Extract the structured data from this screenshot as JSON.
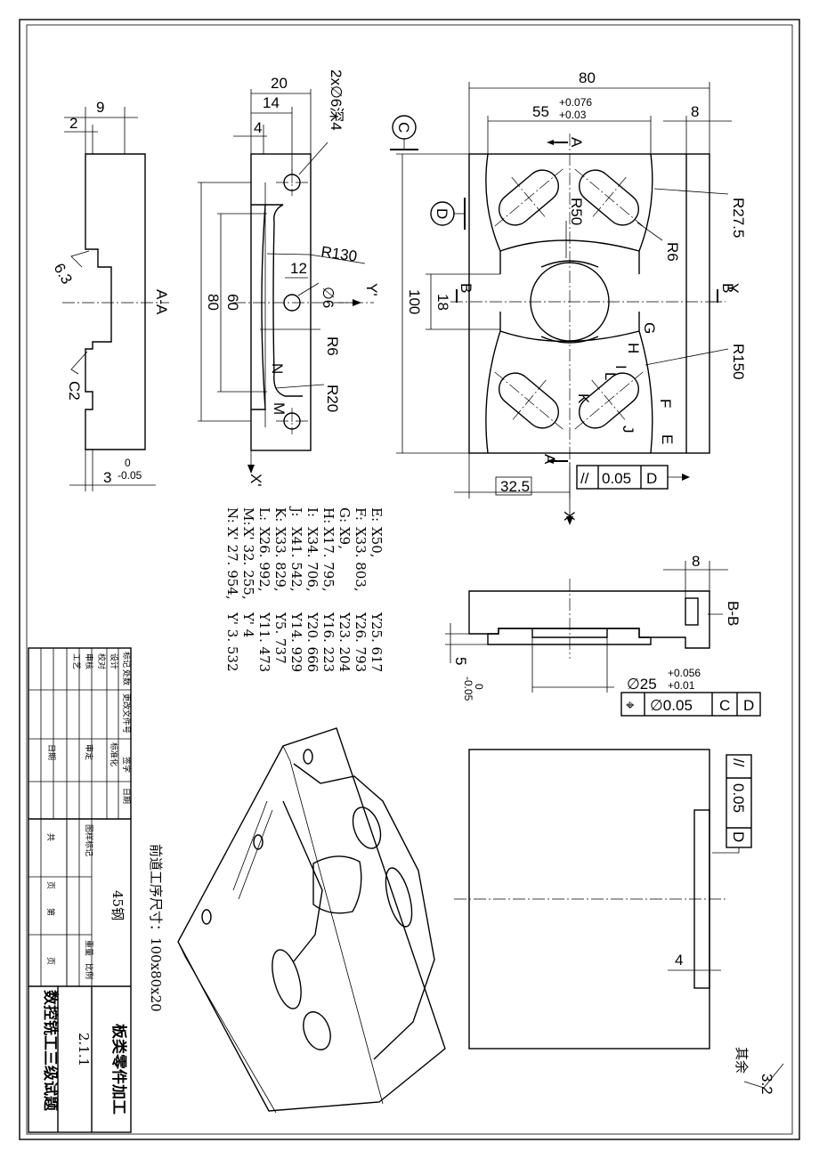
{
  "sheet": {
    "line_color": "#000000",
    "background": "#ffffff"
  },
  "title_block": {
    "part_name": "板类零件加工",
    "drawing_no": "2.1.1",
    "exam_title": "数控铣工三级试题",
    "material": "45钢",
    "columns": [
      "标记",
      "处数",
      "更改文件号",
      "签字",
      "日期"
    ],
    "rows": [
      "设计",
      "校对",
      "审核",
      "工艺"
    ],
    "sub_labels": [
      "标准化",
      "审定",
      "日期"
    ],
    "sheet_labels": [
      "图样标记",
      "重量",
      "比例",
      "共",
      "页",
      "第",
      "页"
    ]
  },
  "note_stock": "前道工序尺寸：100x80x20",
  "roughness_note": {
    "label": "其余",
    "value": "3.2"
  },
  "coordinates": [
    {
      "pt": "E:",
      "x": "X50,",
      "y": "Y25. 617"
    },
    {
      "pt": "F:",
      "x": "X33. 803,",
      "y": "Y26. 793"
    },
    {
      "pt": "G:",
      "x": "X9,",
      "y": "Y23. 204"
    },
    {
      "pt": "H:",
      "x": "X17. 795,",
      "y": "Y16. 223"
    },
    {
      "pt": "I:",
      "x": "X34. 706,",
      "y": "Y20. 666"
    },
    {
      "pt": "J:",
      "x": "X41. 542,",
      "y": "Y14. 929"
    },
    {
      "pt": "K:",
      "x": "X33. 829,",
      "y": "Y5. 737"
    },
    {
      "pt": "L:",
      "x": "X26. 992,",
      "y": "Y11. 473"
    },
    {
      "pt": "M:",
      "x": "X' 32. 255,",
      "y": "Y' 4"
    },
    {
      "pt": "N:",
      "x": "X' 27. 954,",
      "y": "Y' 3. 532"
    }
  ],
  "view_aa": {
    "title": "A-A",
    "dim_9": "9",
    "dim_2": "2",
    "roughness": "6.3",
    "chamfer": "C2",
    "dim_3": "3",
    "tol_3_upper": "0",
    "tol_3_lower": "-0.05"
  },
  "view_side": {
    "dim_20": "20",
    "dim_14": "14",
    "dim_4": "4",
    "holes": "2x∅6深4",
    "dim_R130": "R130",
    "dim_12": "12",
    "dim_phi6": "∅6",
    "dim_R6": "R6",
    "dim_R20": "R20",
    "dim_80": "80",
    "dim_60": "60",
    "lbl_N": "N",
    "lbl_M": "M",
    "axis_x": "X'",
    "axis_y": "Y'"
  },
  "view_main": {
    "dim_80": "80",
    "dim_55": "55",
    "tol_55_upper": "+0.076",
    "tol_55_lower": "+0.03",
    "dim_8": "8",
    "datum_c": "C",
    "datum_d": "D",
    "dim_R50": "R50",
    "dim_R6": "R6",
    "dim_R27_5": "R27.5",
    "dim_100": "100",
    "dim_18": "18",
    "dim_R150": "R150",
    "dim_32_5": "32.5",
    "section_a": "A",
    "section_b": "B",
    "pts": {
      "G": "G",
      "H": "H",
      "I": "I",
      "L": "L",
      "K": "K",
      "J": "J",
      "F": "F",
      "E": "E"
    },
    "axis_x": "X",
    "axis_y": "Y",
    "fcf_symbol": "//",
    "fcf_value": "0.05",
    "fcf_datum": "D"
  },
  "view_bb": {
    "title": "B-B",
    "dim_8": "8",
    "dim_5": "5",
    "tol_5_upper": "0",
    "tol_5_lower": "-0.05",
    "dim_phi25": "∅25",
    "tol_25_upper": "+0.056",
    "tol_25_lower": "+0.01",
    "fcf_symbol": "⌖",
    "fcf_value": "∅0.05",
    "fcf_d1": "C",
    "fcf_d2": "D"
  },
  "view_side2": {
    "fcf_symbol": "//",
    "fcf_value": "0.05",
    "fcf_datum": "D",
    "dim_4": "4"
  }
}
